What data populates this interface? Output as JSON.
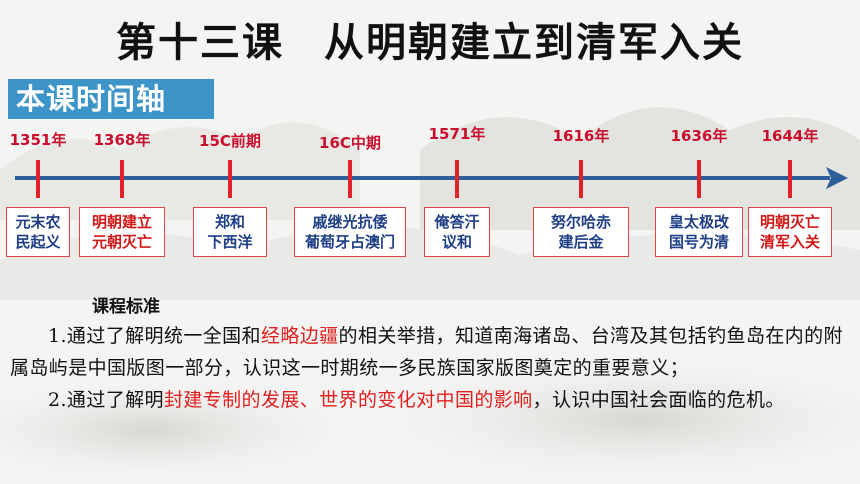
{
  "title": {
    "part1": "第十三课",
    "part2": "从明朝建立到清军入关"
  },
  "timeline_label": "本课时间轴",
  "timeline": [
    {
      "year": "1351年",
      "event": "元末农\n民起义",
      "color": "blue"
    },
    {
      "year": "1368年",
      "event": "明朝建立\n元朝灭亡",
      "color": "red"
    },
    {
      "year": "15C前期",
      "event": "郑和\n下西洋",
      "color": "blue"
    },
    {
      "year": "16C中期",
      "event": "戚继光抗倭\n葡萄牙占澳门",
      "color": "blue"
    },
    {
      "year": "1571年",
      "event": "俺答汗\n议和",
      "color": "blue"
    },
    {
      "year": "1616年",
      "event": "努尔哈赤\n建后金",
      "color": "blue"
    },
    {
      "year": "1636年",
      "event": "皇太极改\n国号为清",
      "color": "blue"
    },
    {
      "year": "1644年",
      "event": "明朝灭亡\n清军入关",
      "color": "red"
    }
  ],
  "standards": {
    "heading": "课程标准",
    "item1": {
      "before": "1.通过了解明统一全国和",
      "highlight": "经略边疆",
      "after": "的相关举措，知道南海诸岛、台湾及其包括钓鱼岛在内的附属岛屿是中国版图一部分，认识这一时期统一多民族国家版图奠定的重要意义；"
    },
    "item2": {
      "before": "2.通过了解明",
      "highlight": "封建专制的发展、世界的变化对中国的影响",
      "after": "，认识中国社会面临的危机。"
    }
  },
  "colors": {
    "axis": "#2e5d9a",
    "tick": "#e0202a",
    "year_text": "#c8102e",
    "label_bg": "#3d94c9",
    "highlight": "#e02020"
  }
}
